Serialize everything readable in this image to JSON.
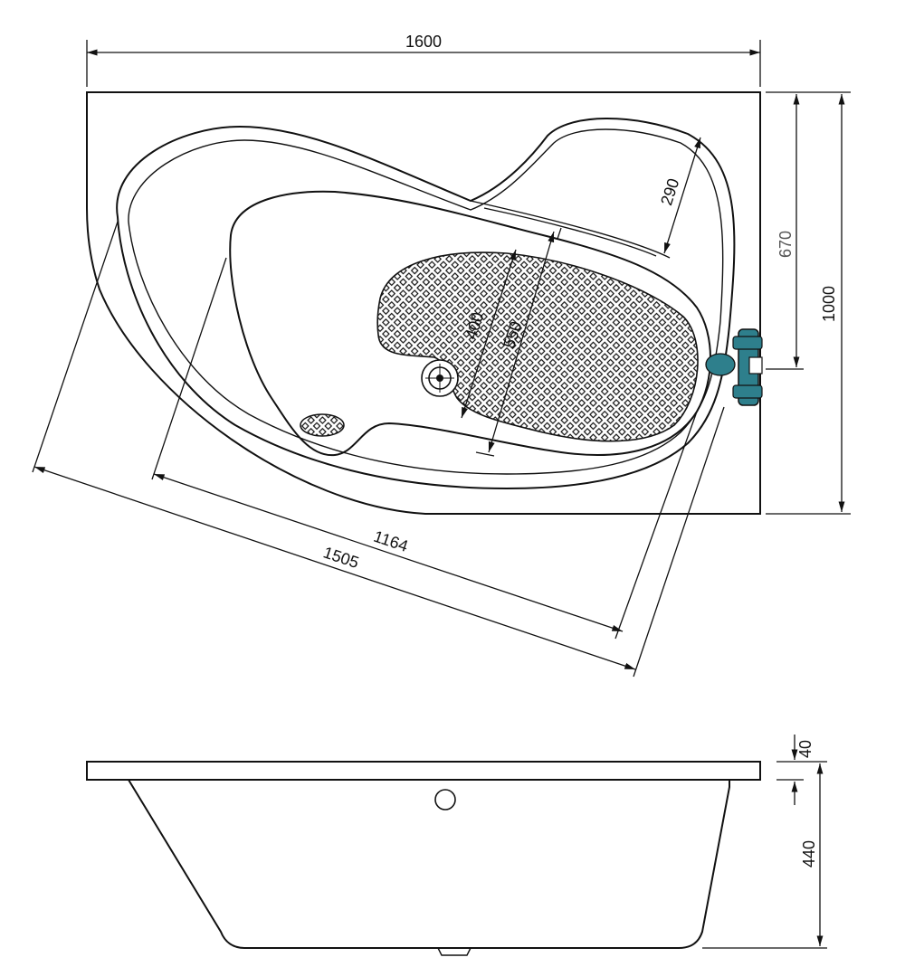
{
  "drawing": {
    "colors": {
      "line": "#111111",
      "faucet": "#2e7f8c",
      "background": "#ffffff"
    },
    "top_view": {
      "dimensions": {
        "width": "1600",
        "depth": "1000",
        "faucet_offset": "670",
        "headrest_width": "290",
        "mat_width_inner": "400",
        "mat_width_outer": "550",
        "inner_length": "1164",
        "outer_length": "1505"
      }
    },
    "side_view": {
      "dimensions": {
        "rim_thickness": "40",
        "height": "440"
      }
    }
  }
}
